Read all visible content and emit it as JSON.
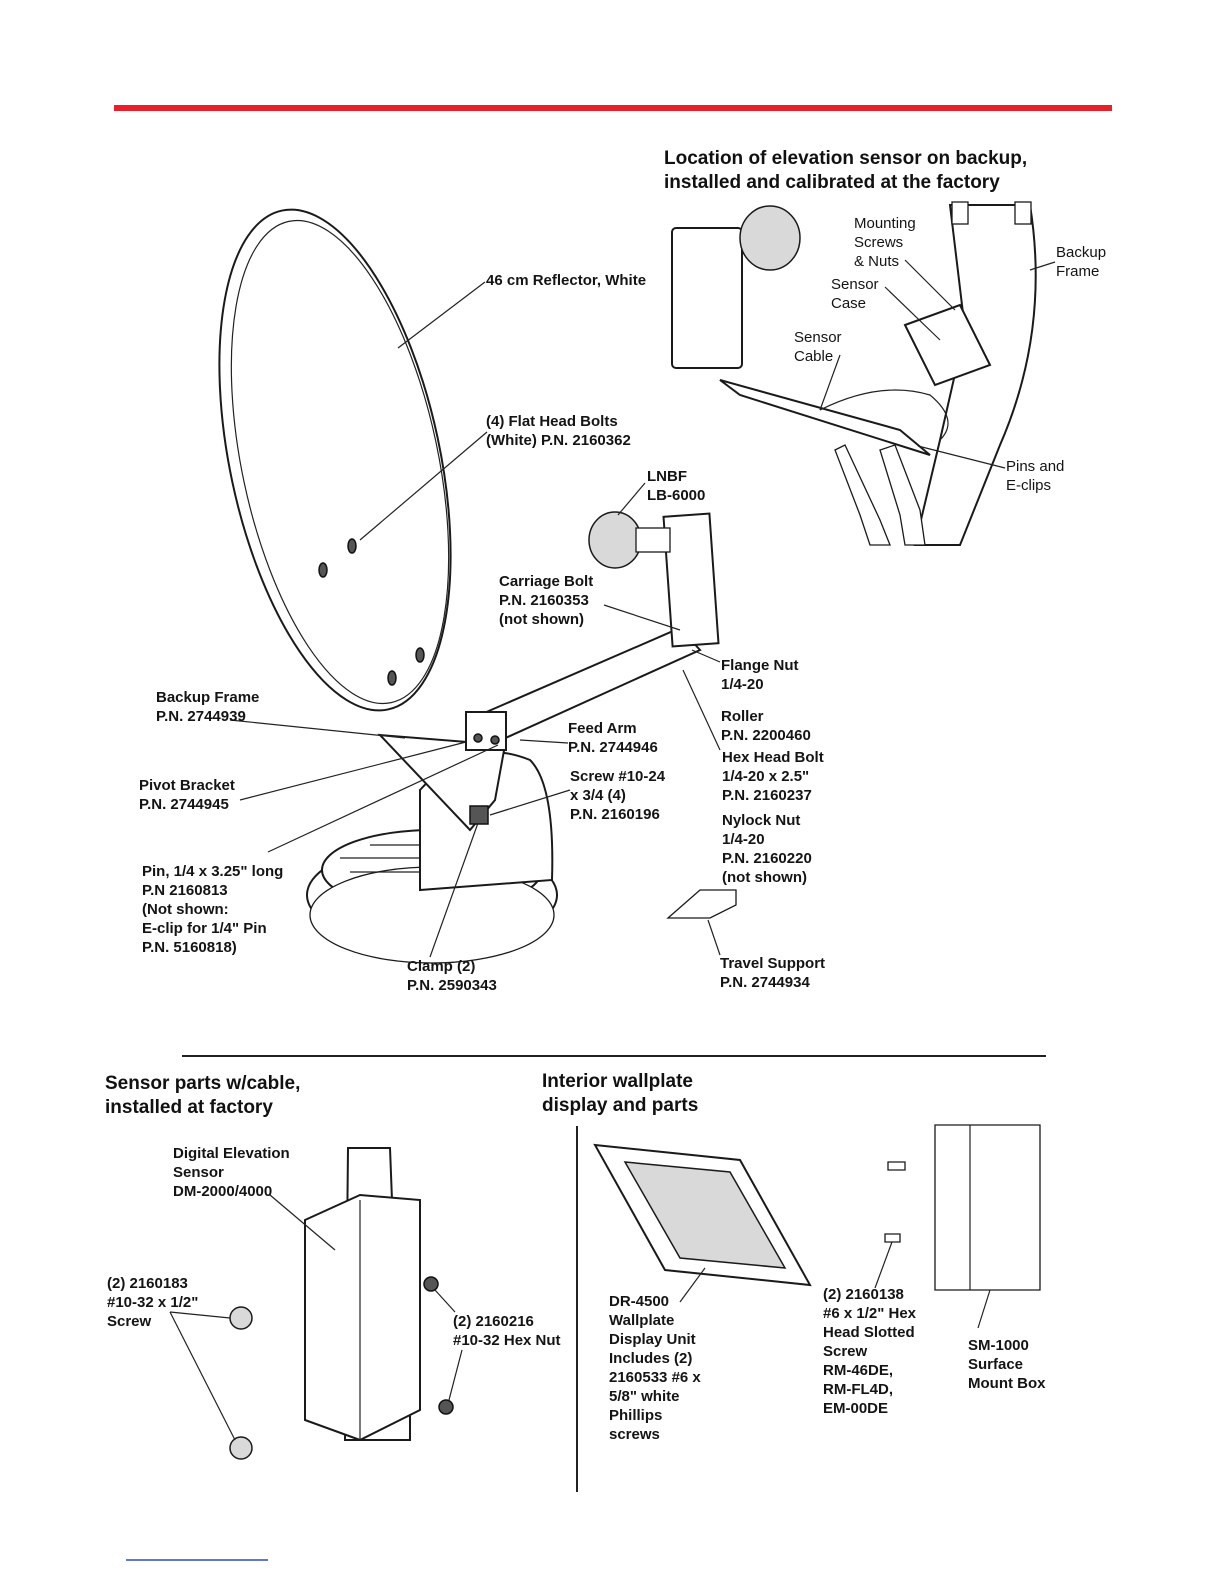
{
  "colors": {
    "accent_rule": "#e8202a",
    "ink": "#141414"
  },
  "main_diagram": {
    "labels": {
      "reflector": "46 cm Reflector, White",
      "flat_head_bolts": "(4) Flat Head Bolts\n(White) P.N. 2160362",
      "lnbf": "LNBF\nLB-6000",
      "carriage_bolt": "Carriage  Bolt\nP.N. 2160353\n(not shown)",
      "flange_nut": "Flange Nut\n1/4-20",
      "backup_frame": "Backup Frame\nP.N. 2744939",
      "feed_arm": "Feed Arm\nP.N. 2744946",
      "roller": "Roller\nP.N. 2200460",
      "pivot_bracket": "Pivot Bracket\nP.N. 2744945",
      "screw": "Screw  #10-24\nx 3/4 (4)\nP.N. 2160196",
      "hex_head_bolt": "Hex Head Bolt\n1/4-20 x 2.5\"\nP.N. 2160237",
      "nylock_nut": "Nylock Nut\n1/4-20\nP.N. 2160220\n(not shown)",
      "pin": "Pin, 1/4 x 3.25\" long\nP.N 2160813\n(Not shown:\nE-clip for 1/4\" Pin\nP.N. 5160818)",
      "clamp": "Clamp (2)\nP.N. 2590343",
      "travel_support": "Travel Support\nP.N. 2744934"
    }
  },
  "elevation_sensor_inset": {
    "title": "Location of elevation sensor on backup,\ninstalled and calibrated at the factory",
    "labels": {
      "mounting_screws": "Mounting\nScrews\n& Nuts",
      "backup_frame": "Backup\nFrame",
      "sensor_case": "Sensor\nCase",
      "sensor_cable": "Sensor\nCable",
      "pins_eclips": "Pins and\nE-clips"
    }
  },
  "sensor_parts": {
    "title": "Sensor parts w/cable,\ninstalled at factory",
    "labels": {
      "digital_sensor": "Digital  Elevation\nSensor\nDM-2000/4000",
      "screws": "(2) 2160183\n#10-32 x 1/2\"\nScrew",
      "hex_nut": "(2)  2160216\n#10-32 Hex Nut"
    }
  },
  "wallplate": {
    "title": "Interior wallplate\ndisplay and parts",
    "labels": {
      "dr4500": "DR-4500\nWallplate\nDisplay Unit\nIncludes (2)\n2160533 #6 x\n5/8\"  white\nPhillips\nscrews",
      "hex_screw": "(2)  2160138\n#6 x 1/2\" Hex\nHead Slotted\nScrew\nRM-46DE,\nRM-FL4D,\nEM-00DE",
      "sm1000": "SM-1000\nSurface\nMount  Box"
    }
  }
}
